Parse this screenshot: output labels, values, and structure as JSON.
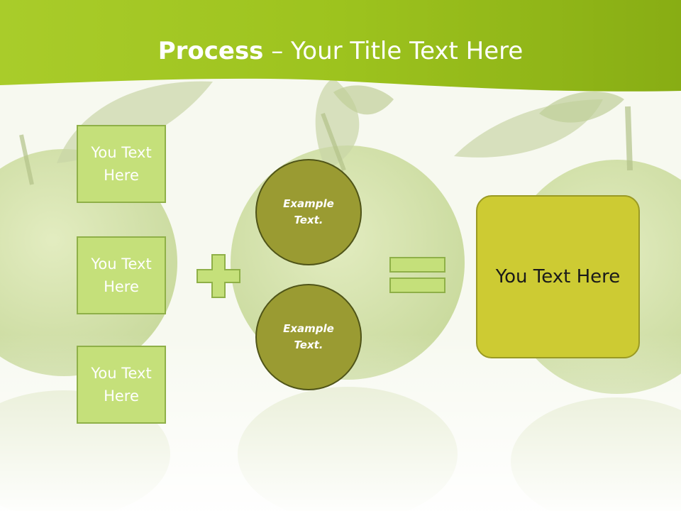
{
  "title": {
    "bold": "Process",
    "rest": " – Your Title Text Here"
  },
  "boxes": [
    "You Text Here",
    "You Text Here",
    "You Text Here"
  ],
  "circles": [
    "Example Text.",
    "Example Text."
  ],
  "result": "You Text Here",
  "colors": {
    "header_green": "#9cc41c",
    "box_fill": "#c5e07a",
    "circle_fill": "#9a9b32",
    "result_fill": "#cdcb33",
    "symbol_fill": "#c5e07a"
  }
}
